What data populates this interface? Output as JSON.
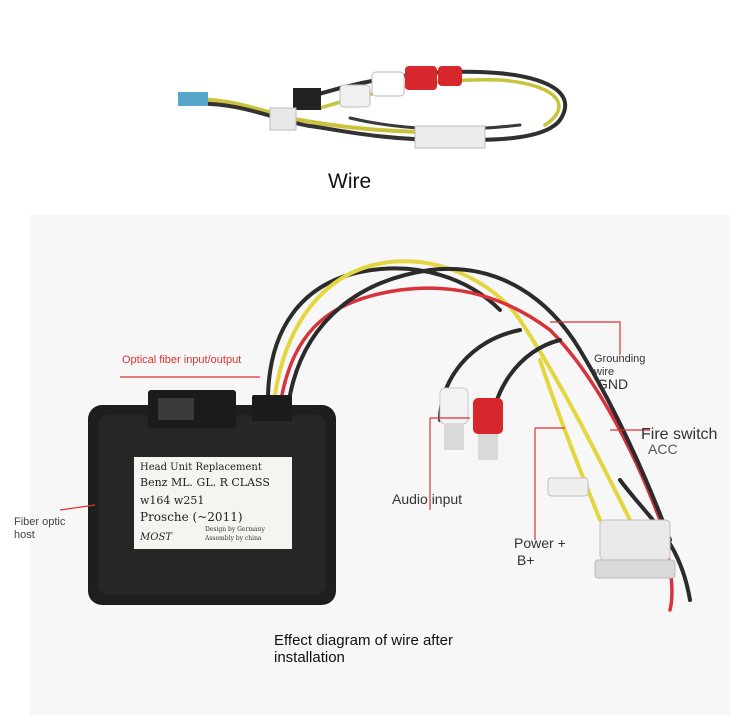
{
  "captions": {
    "top": "Wire",
    "bottom": "Effect diagram of wire after installation"
  },
  "callouts": {
    "optical": "Optical fiber input/output",
    "fiber_host": "Fiber optic host",
    "grounding": "Grounding wire",
    "gnd": "GND",
    "fire_switch": "Fire switch",
    "acc": "ACC",
    "audio_input": "Audio input",
    "power": "Power +",
    "b_plus": "B+"
  },
  "device_label": {
    "line1": "Head Unit Replacement",
    "line2": "Benz  ML. GL. R CLASS",
    "line3": "w164 w251",
    "line4": "Prosche (~2011)",
    "line5": "Design by Germany",
    "line6": "MOST",
    "line7": "Assembly by china"
  }
}
